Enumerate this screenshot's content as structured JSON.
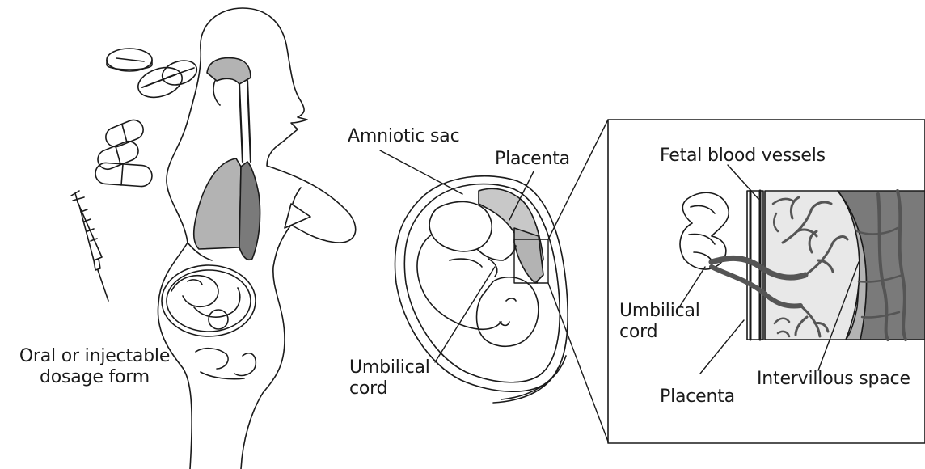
{
  "labels": {
    "dosage_form_line1": "Oral or injectable",
    "dosage_form_line2": "dosage form",
    "amniotic_sac": "Amniotic sac",
    "placenta_mid": "Placenta",
    "umbilical_cord_mid_line1": "Umbilical",
    "umbilical_cord_mid_line2": "cord",
    "fetal_blood_vessels": "Fetal blood vessels",
    "umbilical_cord_box_line1": "Umbilical",
    "umbilical_cord_box_line2": "cord",
    "placenta_box": "Placenta",
    "intervillous_space": "Intervillous space"
  },
  "colors": {
    "ink": "#1a1a1a",
    "organ_light": "#b3b3b3",
    "organ_dark": "#7a7a7a",
    "placenta_fill": "#c8c8c8",
    "villous_fill": "#e8e8e8",
    "vessel_fill": "#555555"
  },
  "icons": [
    "tablet-icon",
    "capsule-icon",
    "syringe-icon"
  ]
}
